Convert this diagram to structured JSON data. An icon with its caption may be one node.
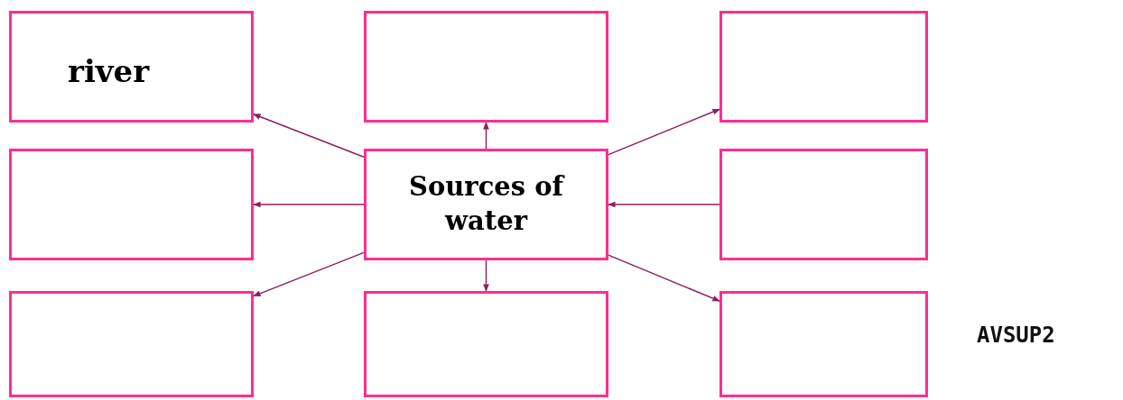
{
  "diagram": {
    "nodes": [
      {
        "text": [
          "river"
        ]
      },
      {
        "text": [],
        "shape": "box"
      },
      {
        "text": [],
        "shape": "box"
      },
      {
        "text": [],
        "shape": "box"
      },
      {
        "text": [
          "Sources of water"
        ]
      },
      {
        "text": [],
        "shape": "box"
      },
      {
        "text": [],
        "shape": "box"
      },
      {
        "text": [],
        "shape": "box"
      },
      {
        "text": [],
        "shape": "box"
      }
    ],
    "edges": [
      {
        "from": 4,
        "to": 0,
        "arrow": "to"
      },
      {
        "from": 4,
        "to": 1,
        "arrow": "to"
      },
      {
        "from": 4,
        "to": 2,
        "arrow": "to"
      },
      {
        "from": 4,
        "to": 3,
        "arrow": "to"
      },
      {
        "from": 5,
        "to": 4,
        "arrow": "to"
      },
      {
        "from": 4,
        "to": 6,
        "arrow": "to"
      },
      {
        "from": 4,
        "to": 7,
        "arrow": "to"
      },
      {
        "from": 4,
        "to": 8,
        "arrow": "to"
      }
    ],
    "labels": [
      "AVSUP2"
    ]
  }
}
